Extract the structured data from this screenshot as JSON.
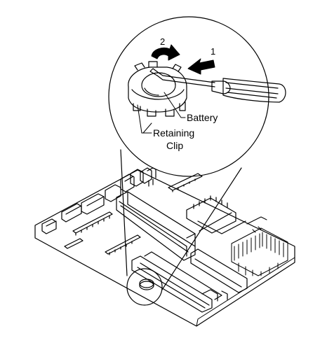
{
  "labels": {
    "battery": "Battery",
    "retaining_line1": "Retaining",
    "retaining_line2": "Clip",
    "step1": "1",
    "step2": "2"
  },
  "colors": {
    "line": "#000000",
    "background": "#ffffff"
  }
}
